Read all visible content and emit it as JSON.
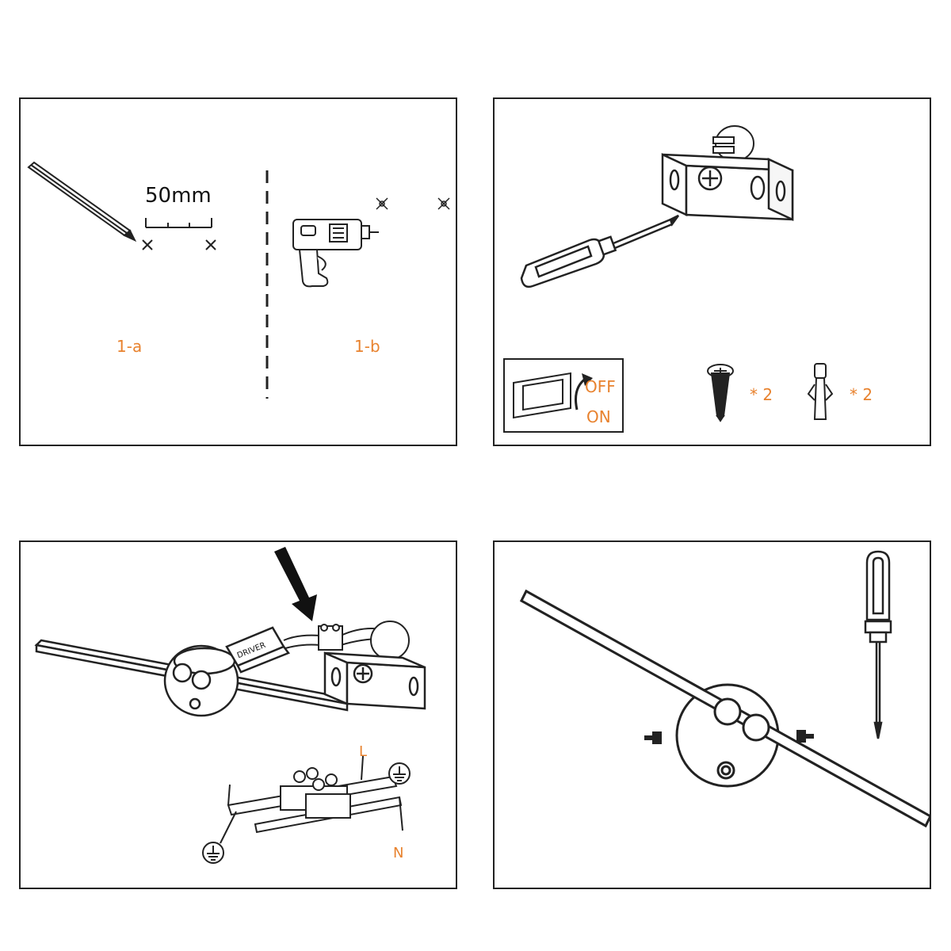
{
  "panel1": {
    "measure": "50mm",
    "step_a": "1-a",
    "step_b": "1-b"
  },
  "panel2": {
    "switch_off": "OFF",
    "switch_on": "ON",
    "screw_qty": "* 2",
    "anchor_qty": "* 2"
  },
  "panel3": {
    "driver_label": "DRIVER",
    "live_label": "L",
    "neutral_label": "N"
  },
  "colors": {
    "accent": "#e8822e",
    "line": "#222222"
  }
}
